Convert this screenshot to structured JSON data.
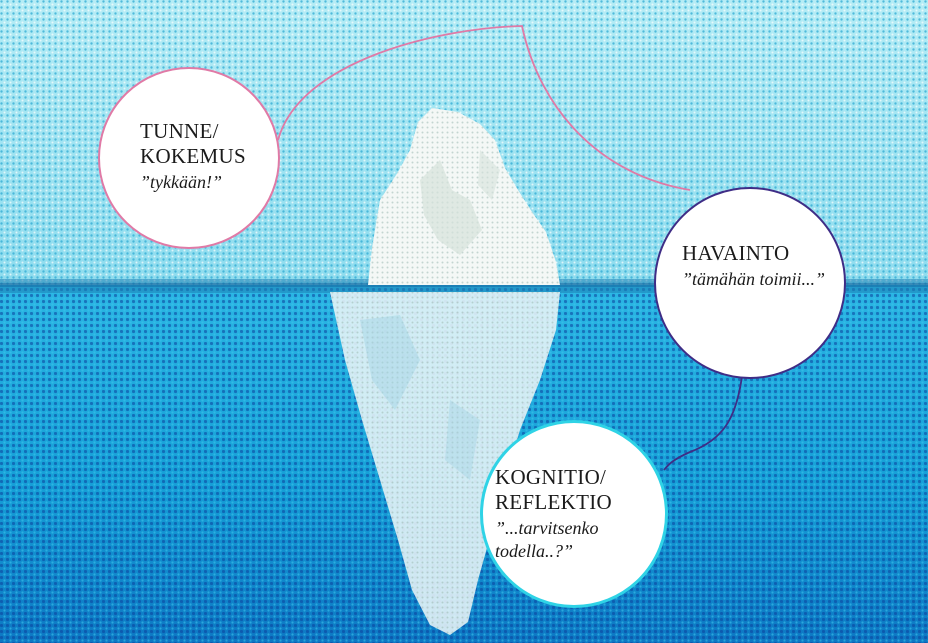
{
  "colors": {
    "sky": "#9fe4f0",
    "sky_dot": "#2eaad3",
    "water": "#1aa2d6",
    "water_deep": "#0b6fbf",
    "water_dot": "#0a3f9c",
    "ice": "#f4f8f6",
    "ice_shade": "#c9d7cf",
    "pink_outline": "#e07aa6",
    "purple_outline": "#3f2d86",
    "cyan_outline": "#2fd3e6"
  },
  "bubbles": {
    "tunne": {
      "title_line1": "TUNNE/",
      "title_line2": "KOKEMUS",
      "quote": "”tykkään!”"
    },
    "havainto": {
      "title_line1": "HAVAINTO",
      "quote": "”tämähän toimii...”"
    },
    "kognitio": {
      "title_line1": "KOGNITIO/",
      "title_line2": "REFLEKTIO",
      "quote_line1": "”...tarvitsenko",
      "quote_line2": "todella..?”"
    }
  }
}
